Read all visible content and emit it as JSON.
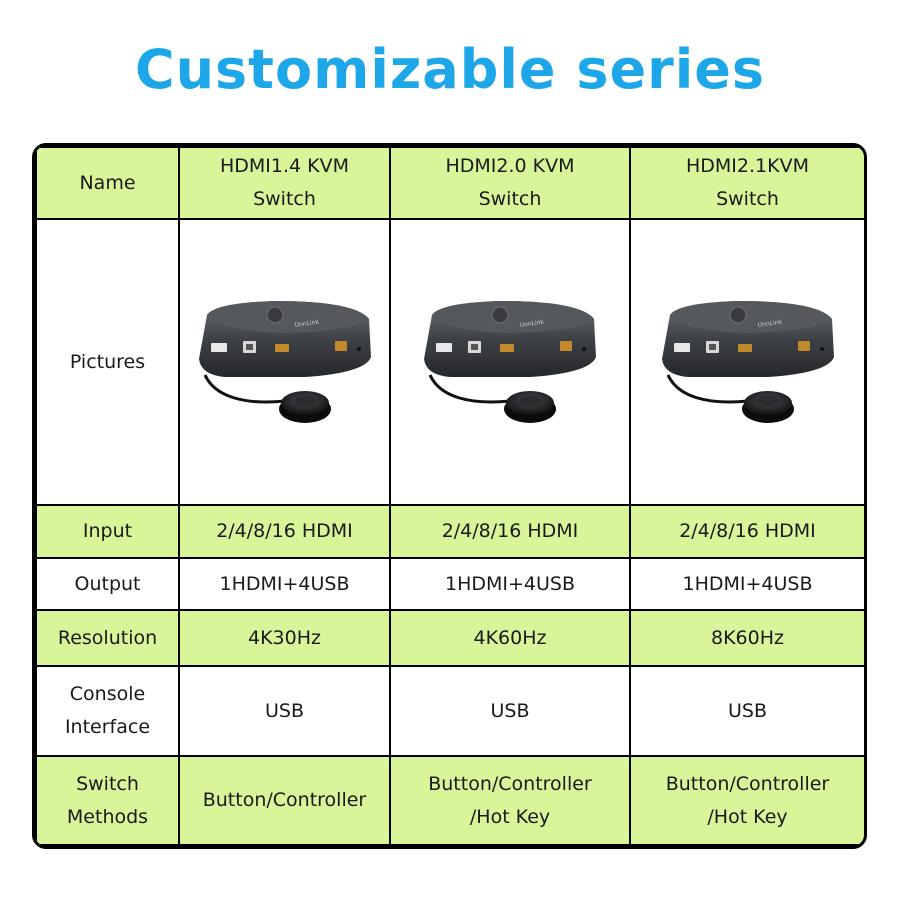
{
  "title": "Customizable series",
  "rows": {
    "name": {
      "label": "Name",
      "values": [
        "HDMI1.4 KVM Switch",
        "HDMI2.0 KVM Switch",
        "HDMI2.1KVM Switch"
      ],
      "line1": [
        "HDMI1.4 KVM",
        "HDMI2.0 KVM",
        "HDMI2.1KVM"
      ],
      "line2": [
        "Switch",
        "Switch",
        "Switch"
      ]
    },
    "pictures": {
      "label": "Pictures",
      "brand": "UnnLink"
    },
    "input": {
      "label": "Input",
      "values": [
        "2/4/8/16 HDMI",
        "2/4/8/16 HDMI",
        "2/4/8/16 HDMI"
      ]
    },
    "output": {
      "label": "Output",
      "values": [
        "1HDMI+4USB",
        "1HDMI+4USB",
        "1HDMI+4USB"
      ]
    },
    "resolution": {
      "label": "Resolution",
      "values": [
        "4K30Hz",
        "4K60Hz",
        "8K60Hz"
      ]
    },
    "console": {
      "label_line1": "Console",
      "label_line2": "Interface",
      "values": [
        "USB",
        "USB",
        "USB"
      ]
    },
    "switch": {
      "label_line1": "Switch",
      "label_line2": "Methods",
      "line1": [
        "Button/Controller",
        "Button/Controller",
        "Button/Controller"
      ],
      "line2": [
        "",
        "/Hot Key",
        "/Hot Key"
      ]
    }
  },
  "colors": {
    "title": "#1ea7e8",
    "row_highlight": "#d9f59a",
    "border": "#000000"
  }
}
